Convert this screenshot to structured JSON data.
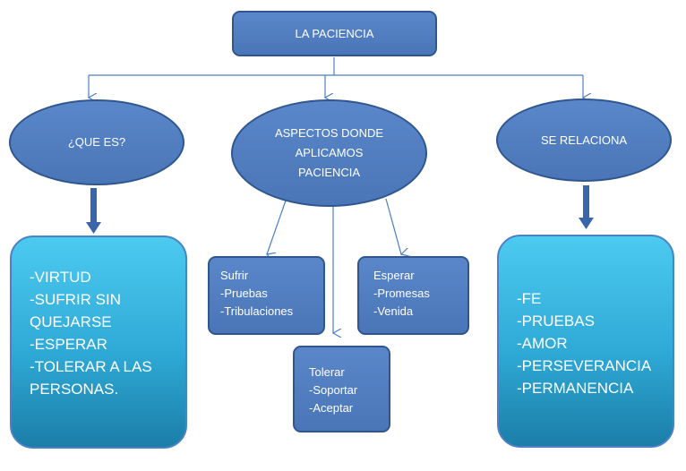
{
  "root": {
    "label": "LA PACIENCIA"
  },
  "branches": {
    "que_es": {
      "label": "¿QUE ES?"
    },
    "aspectos": {
      "lines": [
        "ASPECTOS DONDE",
        "APLICAMOS",
        "PACIENCIA"
      ]
    },
    "relaciona": {
      "label": "SE RELACIONA"
    }
  },
  "left_box": {
    "lines": [
      "-VIRTUD",
      "-SUFRIR SIN",
      "QUEJARSE",
      "-ESPERAR",
      "-TOLERAR A LAS",
      "PERSONAS."
    ]
  },
  "right_box": {
    "lines": [
      "-FE",
      "-PRUEBAS",
      "-AMOR",
      "-PERSEVERANCIA",
      "-PERMANENCIA"
    ]
  },
  "sufrir_box": {
    "lines": [
      "Sufrir",
      "-Pruebas",
      "-Tribulaciones"
    ]
  },
  "esperar_box": {
    "lines": [
      "Esperar",
      "-Promesas",
      "-Venida"
    ]
  },
  "tolerar_box": {
    "lines": [
      "Tolerar",
      "-Soportar",
      "-Aceptar"
    ]
  },
  "colors": {
    "node_fill": "#4f7dc0",
    "node_border": "#2f568f",
    "cyan_fill": "#31b0dd",
    "connector": "#4a7ec2",
    "thick_arrow": "#3a65a8"
  }
}
